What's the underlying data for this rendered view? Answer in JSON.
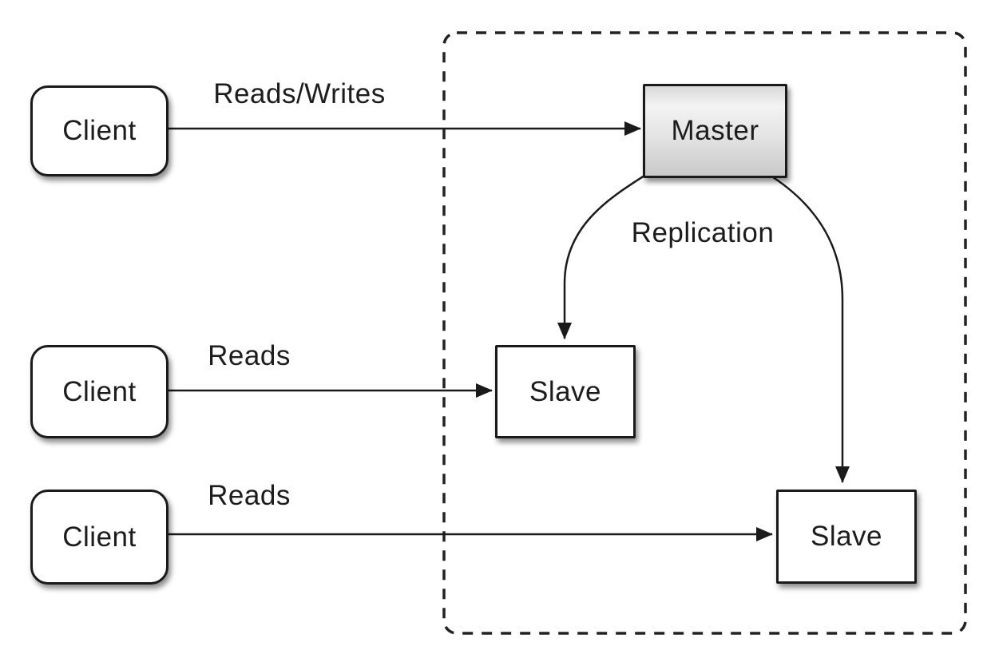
{
  "diagram": {
    "type": "architecture-diagram",
    "topic": "master-slave-replication",
    "nodes": {
      "client1": {
        "label": "Client",
        "shape": "rounded-rect"
      },
      "client2": {
        "label": "Client",
        "shape": "rounded-rect"
      },
      "client3": {
        "label": "Client",
        "shape": "rounded-rect"
      },
      "master": {
        "label": "Master",
        "shape": "rect",
        "fill": "gray-gradient"
      },
      "slave1": {
        "label": "Slave",
        "shape": "rect"
      },
      "slave2": {
        "label": "Slave",
        "shape": "rect"
      }
    },
    "edges": {
      "reads_writes": {
        "label": "Reads/Writes",
        "from": "client1",
        "to": "master"
      },
      "reads_mid": {
        "label": "Reads",
        "from": "client2",
        "to": "slave1"
      },
      "reads_bottom": {
        "label": "Reads",
        "from": "client3",
        "to": "slave2"
      },
      "replication": {
        "label": "Replication",
        "from": "master",
        "to": "slave1, slave2"
      }
    },
    "container": {
      "style": "dashed-border",
      "contains": "master, slave1, slave2"
    },
    "colors": {
      "background": "#ffffff",
      "stroke": "#1a1a1a",
      "node_fill": "#ffffff",
      "master_fill_top": "#d9d9d9",
      "master_fill_mid": "#f3f3f3",
      "master_fill_bottom": "#c9c9c9",
      "text": "#1c1c1c"
    }
  }
}
